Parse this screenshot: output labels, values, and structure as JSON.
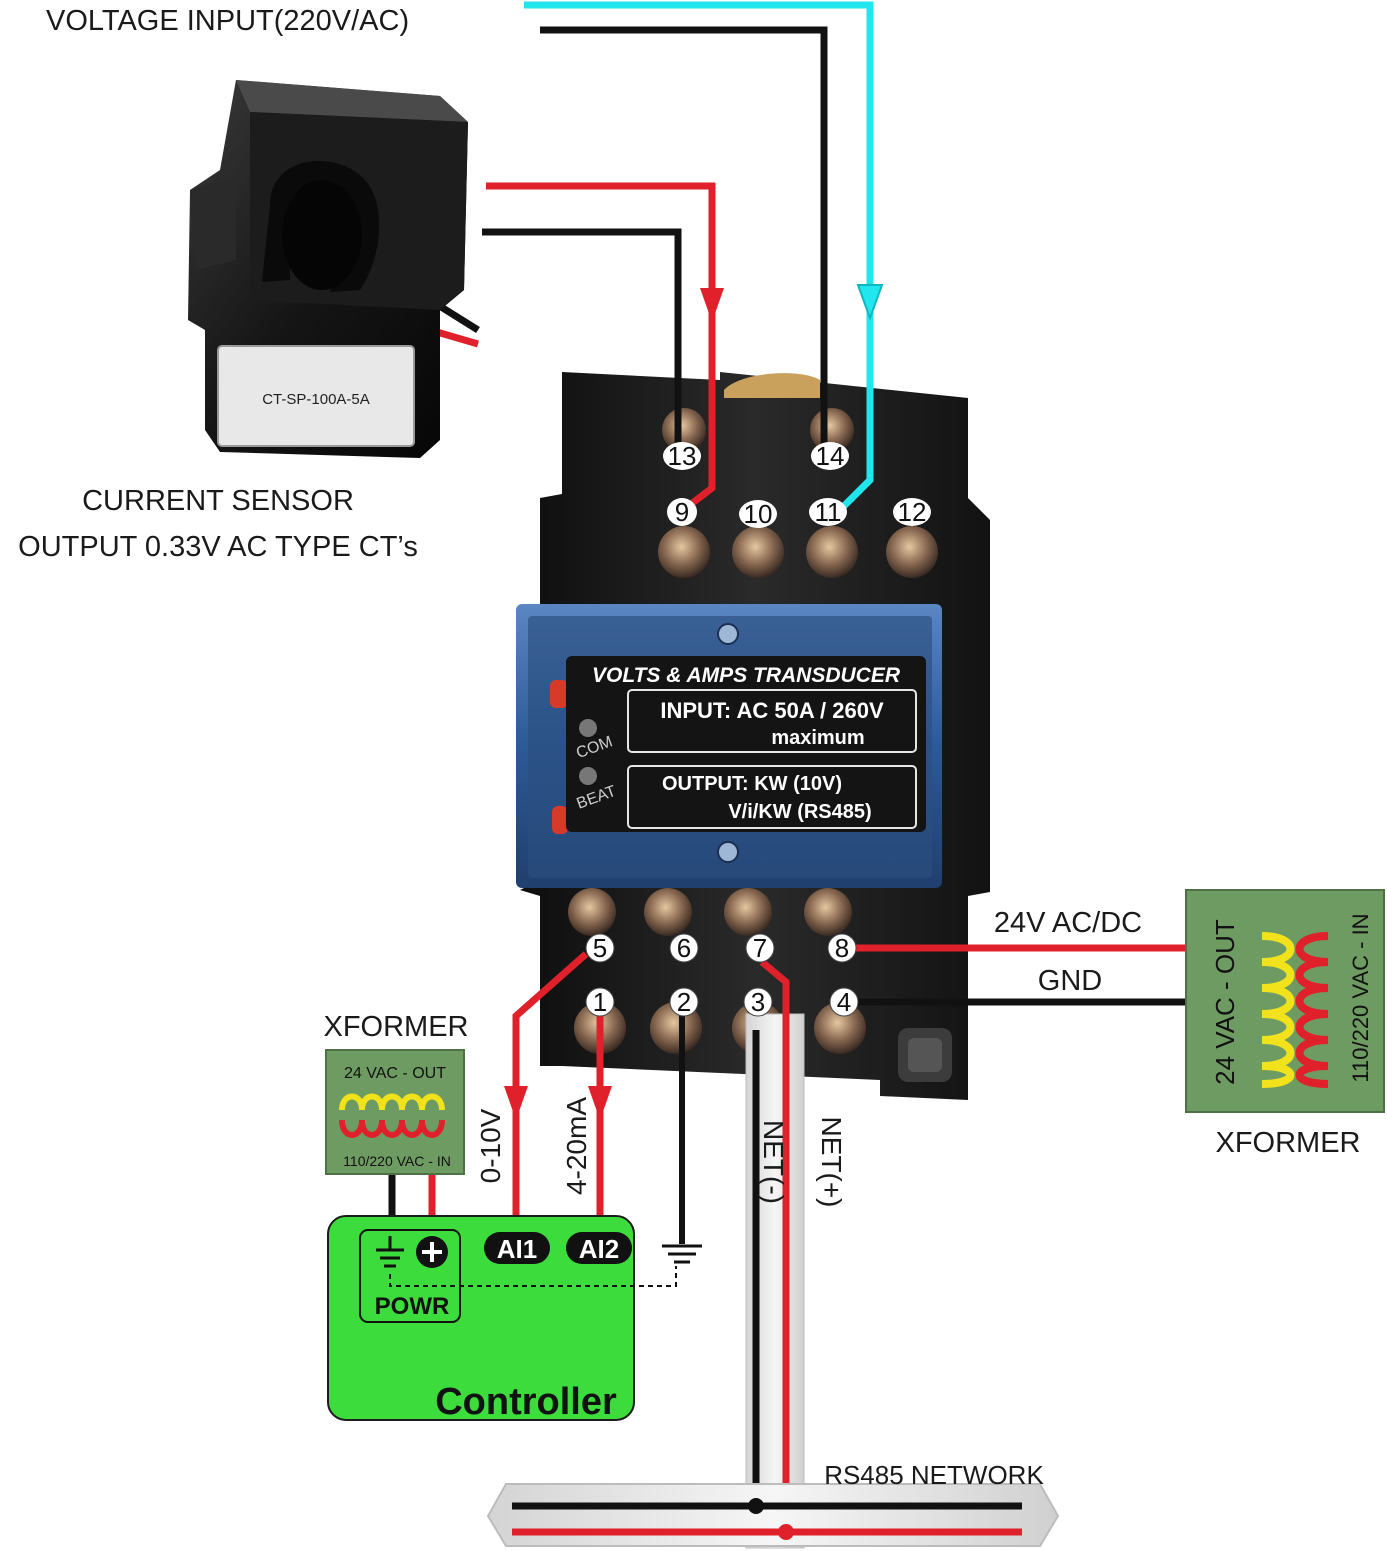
{
  "labels": {
    "voltage_input": "VOLTAGE INPUT(220V/AC)",
    "current_sensor_line1": "CURRENT SENSOR",
    "current_sensor_line2": "OUTPUT 0.33V AC TYPE CT’s",
    "ct_model": "CT-SP-100A-5A",
    "supply_24v": "24V AC/DC",
    "gnd": "GND",
    "xformer_right": "XFORMER",
    "xformer_left": "XFORMER",
    "rs485_network": "RS485 NETWORK",
    "net_minus": "NET(-)",
    "net_plus": "NET(+)",
    "out_0_10v": "0-10V",
    "out_4_20ma": "4-20mA"
  },
  "transducer": {
    "title": "VOLTS & AMPS TRANSDUCER",
    "input_line1": "INPUT: AC 50A / 260V",
    "input_line2": "maximum",
    "output_line1": "OUTPUT: KW (10V)",
    "output_line2": "V/i/KW  (RS485)",
    "led_com": "COM",
    "led_beat": "BEAT"
  },
  "terminals": {
    "t1": "1",
    "t2": "2",
    "t3": "3",
    "t4": "4",
    "t5": "5",
    "t6": "6",
    "t7": "7",
    "t8": "8",
    "t9": "9",
    "t10": "10",
    "t11": "11",
    "t12": "12",
    "t13": "13",
    "t14": "14"
  },
  "xformer_small": {
    "out_label": "24 VAC - OUT",
    "in_label": "110/220 VAC - IN"
  },
  "xformer_big": {
    "out_label": "24 VAC - OUT",
    "in_label": "110/220 VAC - IN"
  },
  "controller": {
    "title": "Controller",
    "power_label": "POWR",
    "ai1": "AI1",
    "ai2": "AI2"
  },
  "colors": {
    "red_wire": "#e0202a",
    "black_wire": "#111111",
    "cyan_wire": "#22e6ee",
    "controller_green": "#3ddc3d",
    "xformer_green": "#6e9b62",
    "coil_yellow": "#f2e21c",
    "coil_red": "#e0202a"
  }
}
